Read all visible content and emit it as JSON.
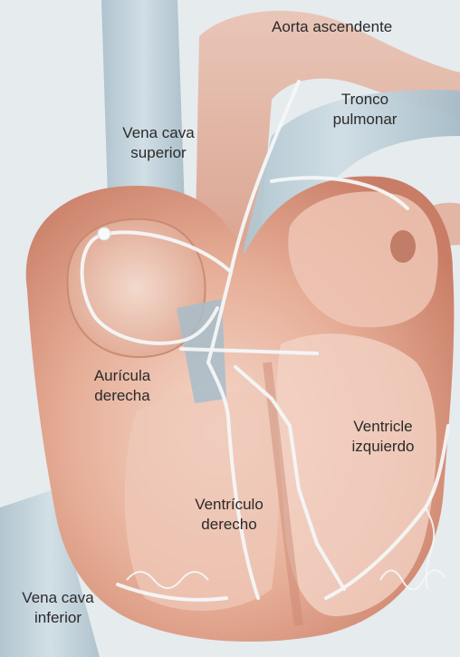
{
  "diagram": {
    "labels": {
      "aorta_ascendente": "Aorta ascendente",
      "tronco_pulmonar": "Tronco\npulmonar",
      "vena_cava_superior": "Vena cava\nsuperior",
      "auricula_derecha": "Aurícula\nderecha",
      "ventricle_izquierdo": "Ventricle\nizquierdo",
      "ventriculo_derecho": "Ventrículo\nderecho",
      "vena_cava_inferior": "Vena cava\ninferior"
    },
    "colors": {
      "background": "#e6ebee",
      "heart_tissue": "#d9977f",
      "heart_light": "#f0c9b8",
      "vessel_blue": "#b9ccd6",
      "lead_wire": "#f4f6f7"
    }
  }
}
